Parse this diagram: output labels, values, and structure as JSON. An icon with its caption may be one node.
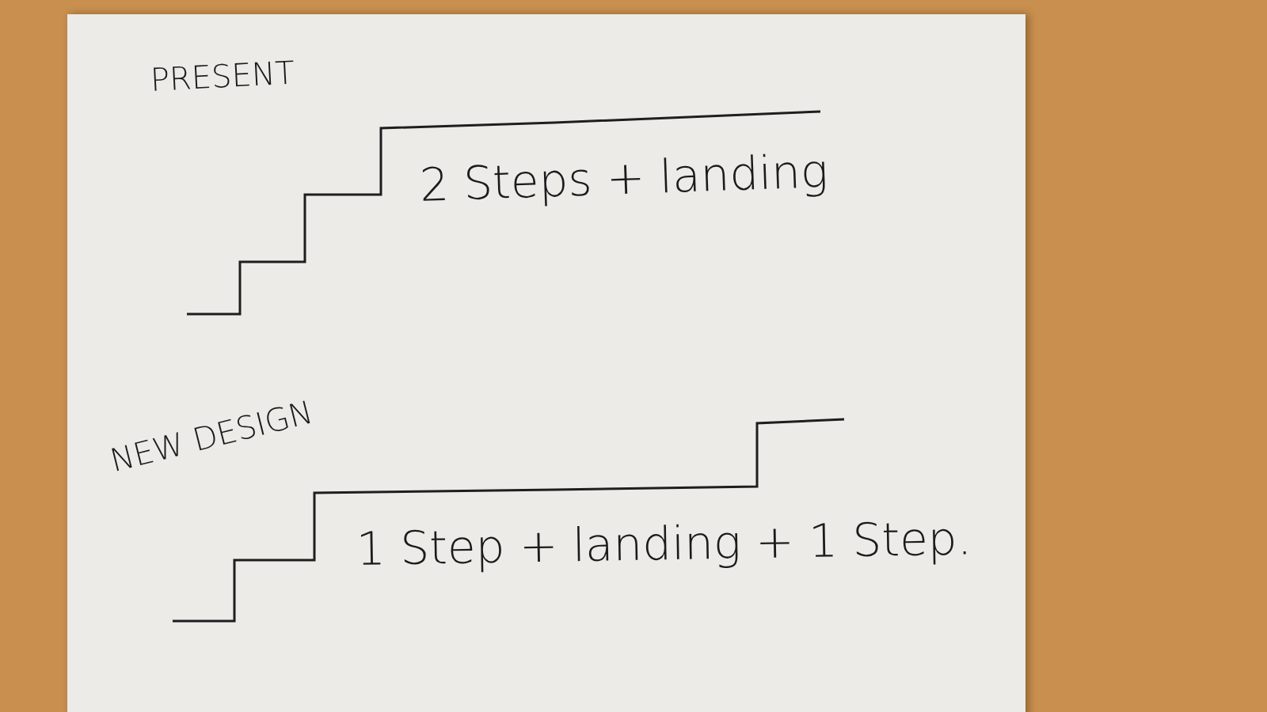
{
  "diagram": {
    "labels": [
      "PRESENT",
      "2 Steps + landing",
      "NEW DESIGN",
      "1 Step + landing + 1 Step."
    ]
  }
}
